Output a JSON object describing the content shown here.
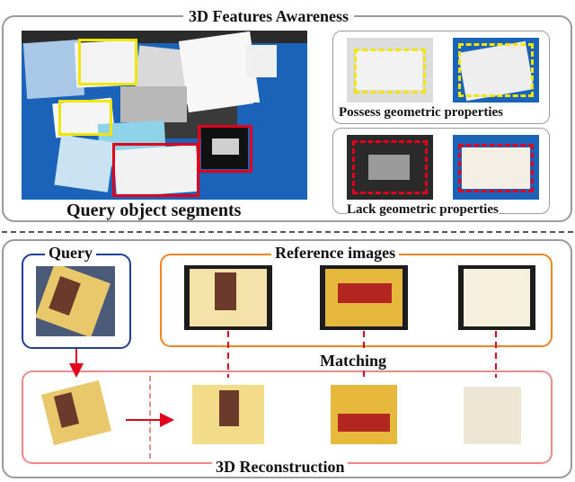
{
  "top": {
    "title": "3D Features Awareness",
    "left_caption": "Query object segments",
    "possess_caption": "Possess geometric properties",
    "lack_caption": "Lack geometric properties"
  },
  "bottom": {
    "query_label": "Query",
    "reference_label": "Reference  images",
    "matching_label": "Matching",
    "reconstruction_label": "3D Reconstruction"
  },
  "colors": {
    "panel_border": "#9a9a9a",
    "query_border": "#1f3f9a",
    "reference_border": "#f0841f",
    "reconstruction_border": "#ef8a8a",
    "highlight_yellow": "#f2e600",
    "highlight_red": "#e3001b",
    "bin_blue": "#1a63b8"
  }
}
